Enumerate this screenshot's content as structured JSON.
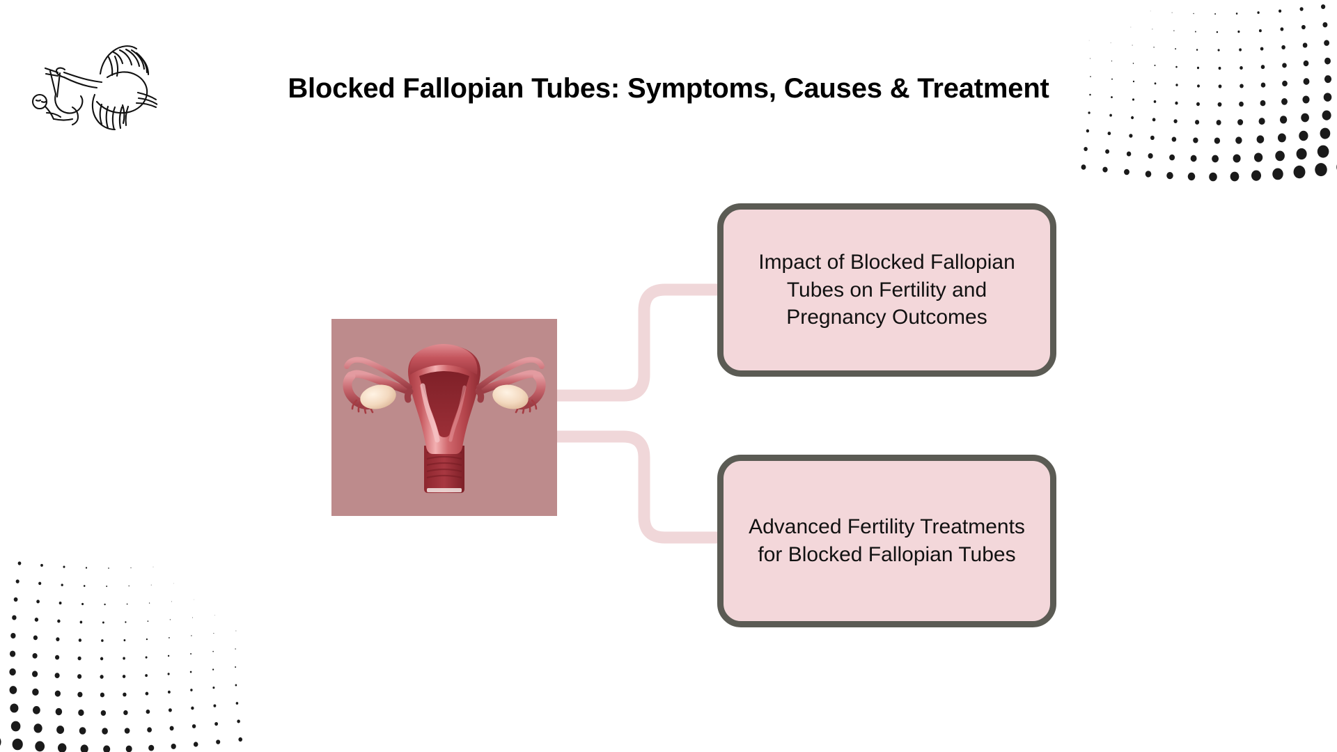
{
  "header": {
    "title": "Blocked Fallopian Tubes: Symptoms, Causes & Treatment",
    "logo_name": "stork-carrying-baby-logo"
  },
  "diagram": {
    "center": {
      "name": "uterus-fallopian-tubes-illustration",
      "background_color": "#bd8b8c",
      "caption": ""
    },
    "nodes": [
      {
        "id": "impact",
        "label": "Impact of Blocked Fallopian Tubes on Fertility and Pregnancy Outcomes",
        "fill_color": "#f3d7da",
        "border_color": "#5b5b54"
      },
      {
        "id": "advanced",
        "label": "Advanced Fertility Treatments for Blocked Fallopian Tubes",
        "fill_color": "#f3d7da",
        "border_color": "#5b5b54"
      }
    ],
    "connector_color": "#f0d7d9"
  },
  "decoration": {
    "halftone_top_right": "halftone-dot-pattern",
    "halftone_bottom_left": "halftone-dot-pattern",
    "dot_color": "#1a1a1a"
  },
  "colors": {
    "background": "#ffffff",
    "accent_pink": "#f3d7da",
    "accent_mauve": "#bd8b8c",
    "border_gray": "#5b5b54",
    "text": "#111111"
  }
}
